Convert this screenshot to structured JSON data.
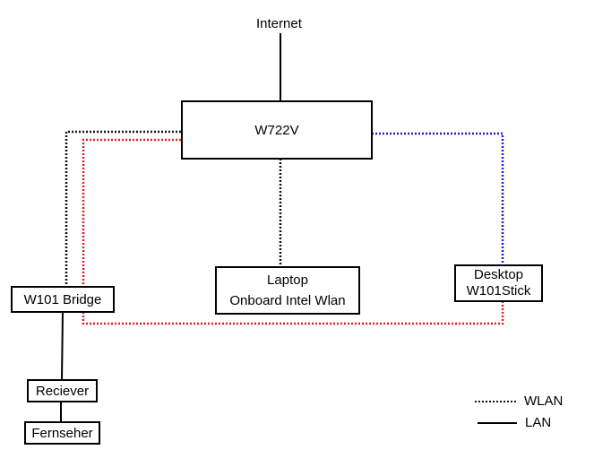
{
  "diagram": {
    "title_node": "Internet",
    "nodes": {
      "router": {
        "label": "W722V"
      },
      "laptop": {
        "lines": [
          "Laptop",
          "Onboard Intel Wlan"
        ]
      },
      "desktop": {
        "lines": [
          "Desktop",
          "W101Stick"
        ]
      },
      "bridge": {
        "label": "W101 Bridge"
      },
      "receiver": {
        "label": "Reciever"
      },
      "tv": {
        "label": "Fernseher"
      }
    },
    "connections": [
      {
        "from": "Internet",
        "to": "W722V",
        "type": "LAN",
        "color": "#000000"
      },
      {
        "from": "W722V",
        "to": "W101 Bridge",
        "type": "WLAN",
        "color": "#000000"
      },
      {
        "from": "W722V",
        "to": "Desktop W101Stick",
        "type": "WLAN",
        "color": "#2020c0"
      },
      {
        "from": "W722V",
        "to": "Laptop",
        "type": "WLAN",
        "color": "#000000"
      },
      {
        "from": "W722V",
        "to": "Desktop W101Stick",
        "type": "WLAN",
        "color": "#e02020",
        "via": "W101 Bridge"
      },
      {
        "from": "W101 Bridge",
        "to": "Reciever",
        "type": "LAN",
        "color": "#000000"
      },
      {
        "from": "Reciever",
        "to": "Fernseher",
        "type": "LAN",
        "color": "#000000"
      }
    ],
    "legend": [
      {
        "style": "dotted",
        "label": "WLAN"
      },
      {
        "style": "solid",
        "label": "LAN"
      }
    ]
  }
}
